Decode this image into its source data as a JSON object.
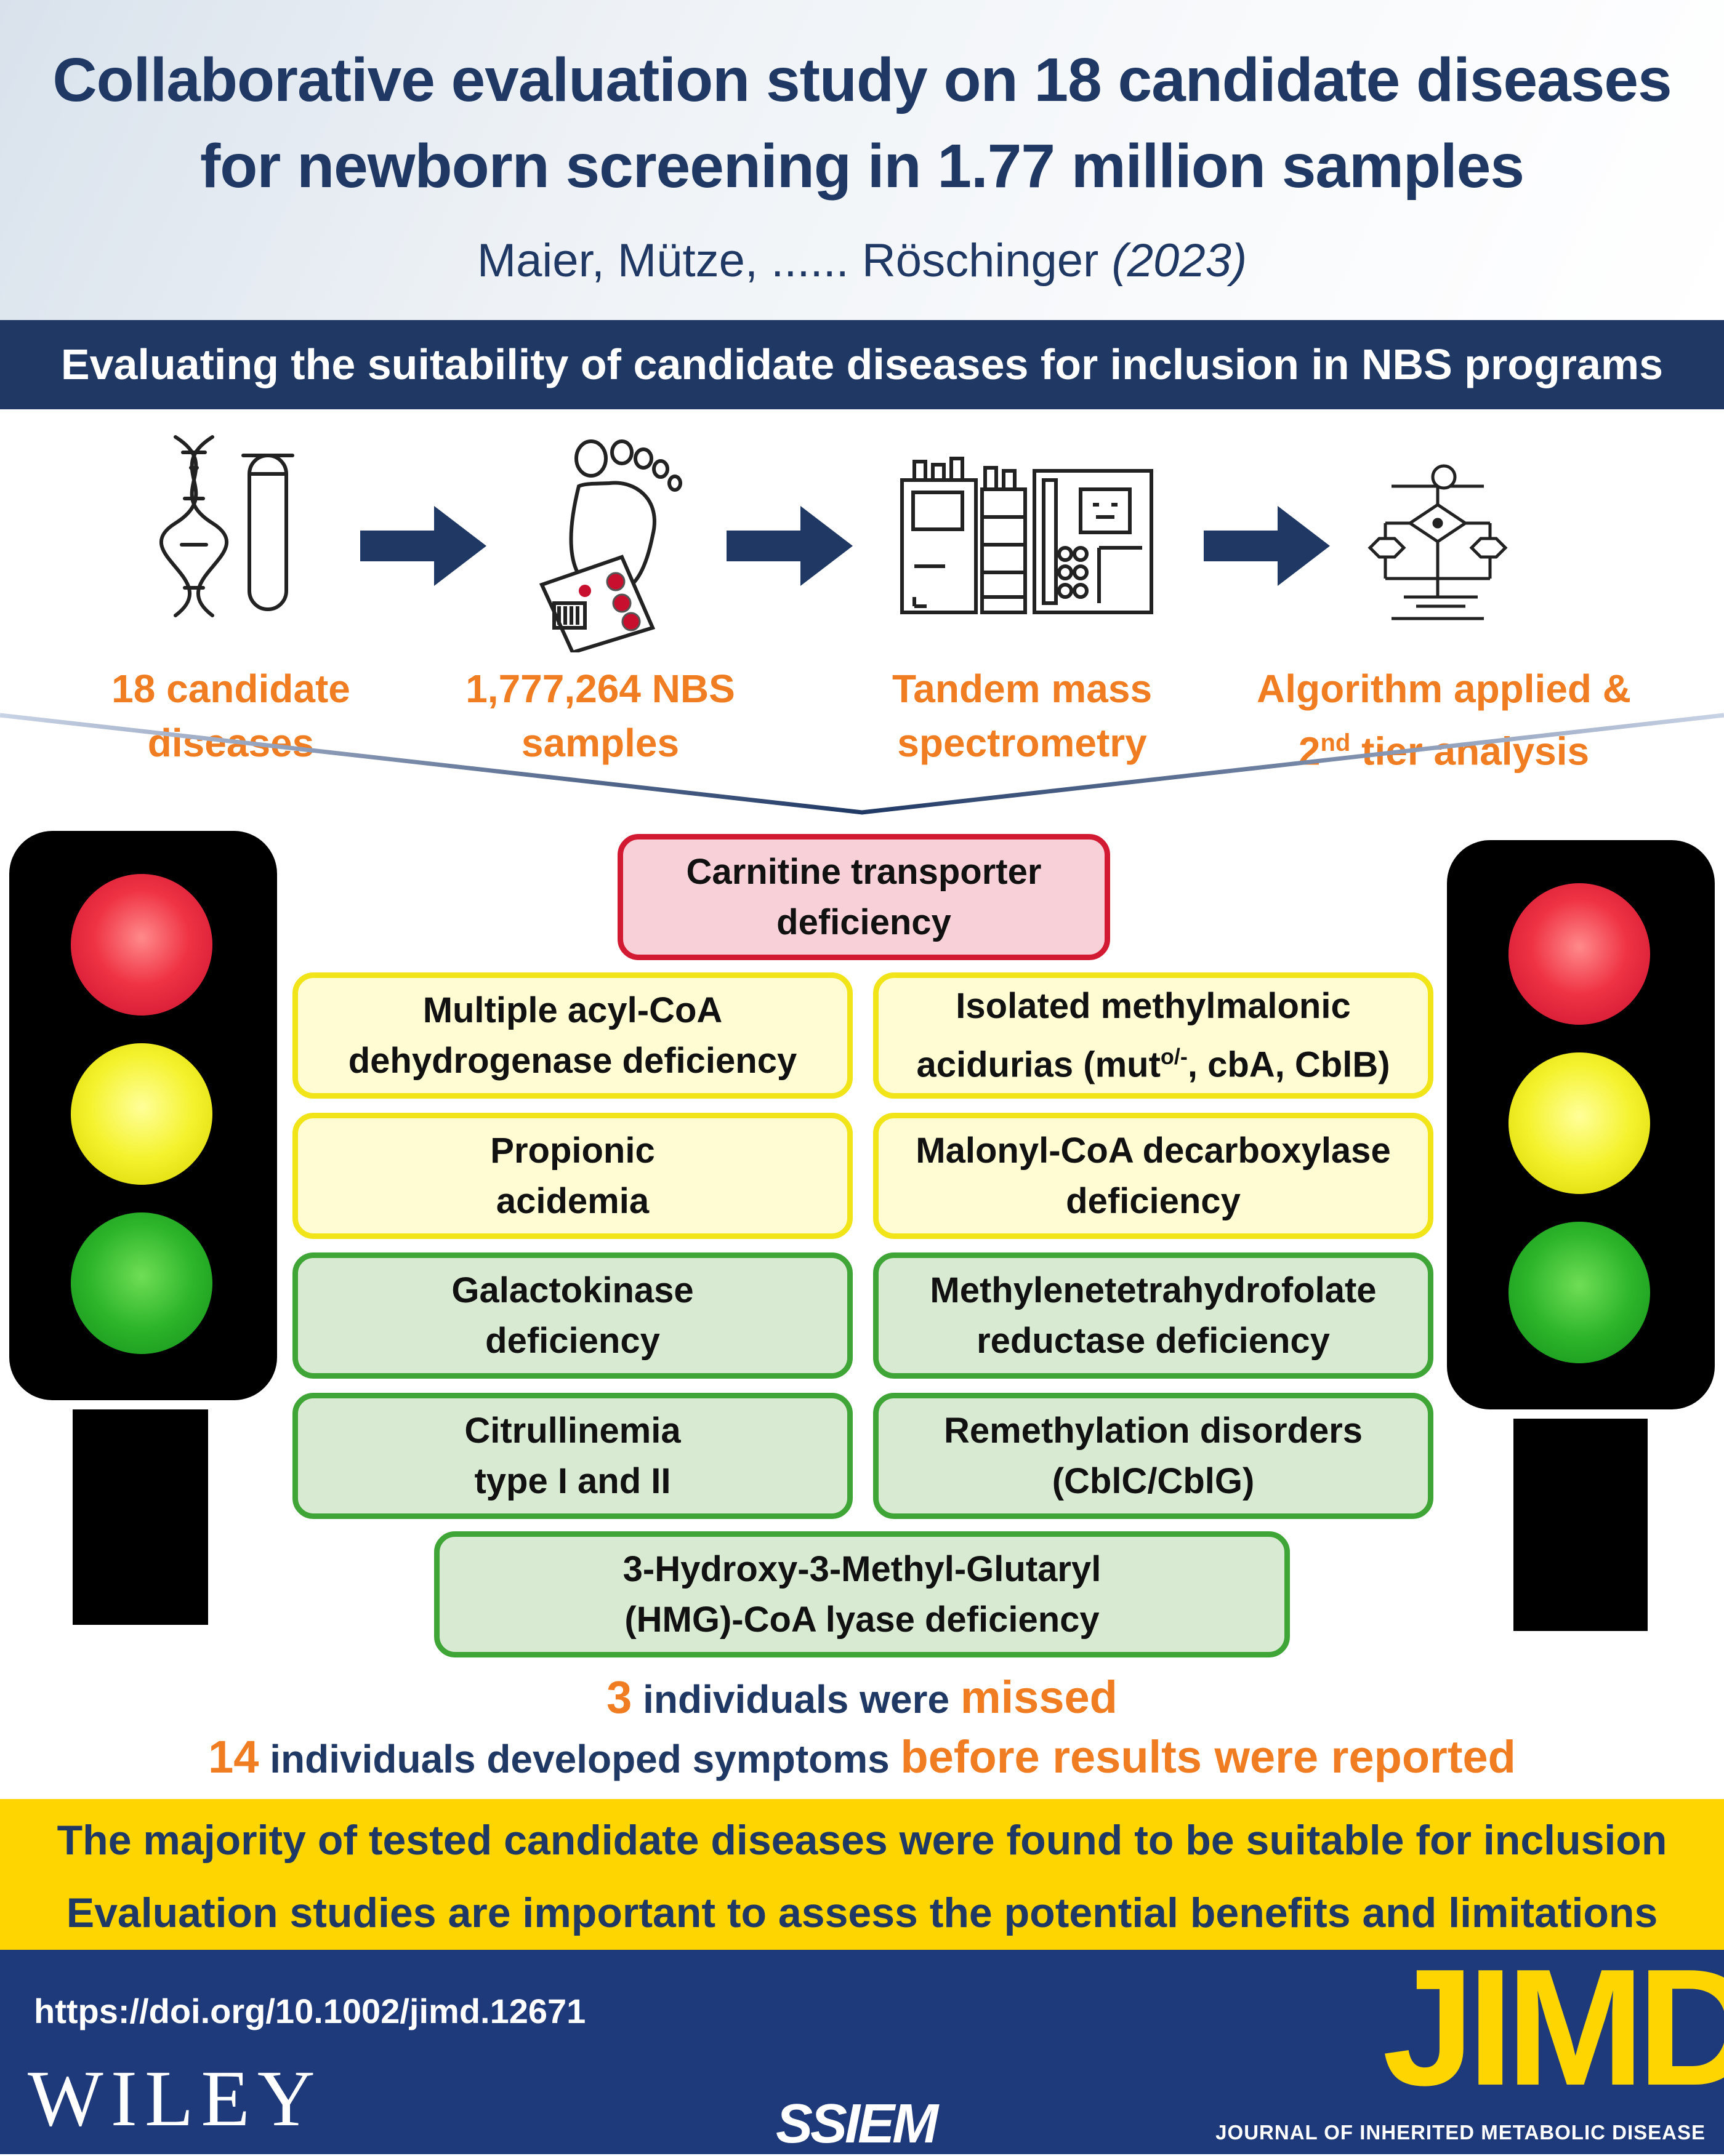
{
  "header": {
    "title_line1": "Collaborative evaluation study on 18 candidate diseases",
    "title_line2": "for newborn screening in 1.77 million samples",
    "authors": "Maier, Mütze, ...... Röschinger",
    "year": "(2023)"
  },
  "banner": "Evaluating the suitability of candidate diseases for inclusion in NBS programs",
  "workflow": {
    "steps": [
      {
        "line1": "18 candidate",
        "line2": "diseases",
        "icon": "dna-and-test-tube-icon"
      },
      {
        "line1": "1,777,264 NBS",
        "line2": "samples",
        "icon": "footprint-dried-blood-spot-card-icon"
      },
      {
        "line1": "Tandem mass",
        "line2": "spectrometry",
        "icon": "mass-spectrometer-instrument-icon"
      },
      {
        "line1": "Algorithm applied &",
        "line2a": "2",
        "line2sup": "nd",
        "line2b": " tier analysis",
        "icon": "algorithm-flowchart-icon"
      }
    ]
  },
  "diseases": {
    "red": [
      {
        "line1": "Carnitine transporter",
        "line2": "deficiency"
      }
    ],
    "yellow": [
      {
        "line1": "Multiple acyl-CoA",
        "line2": "dehydrogenase deficiency"
      },
      {
        "line1": "Isolated methylmalonic",
        "line2a": "acidurias (mut",
        "line2sup": "o/-",
        "line2b": ", cbA, CblB)"
      },
      {
        "line1": "Propionic",
        "line2": "acidemia"
      },
      {
        "line1": "Malonyl-CoA decarboxylase",
        "line2": "deficiency"
      }
    ],
    "green": [
      {
        "line1": "Galactokinase",
        "line2": "deficiency"
      },
      {
        "line1": "Methylenetetrahydrofolate",
        "line2": "reductase deficiency"
      },
      {
        "line1": "Citrullinemia",
        "line2": "type I and II"
      },
      {
        "line1": "Remethylation disorders",
        "line2": "(CblC/CblG)"
      },
      {
        "line1": "3-Hydroxy-3-Methyl-Glutaryl",
        "line2": "(HMG)-CoA lyase deficiency"
      }
    ]
  },
  "stats": {
    "missed_count": "3",
    "missed_mid": " individuals were ",
    "missed_word": "missed",
    "symptoms_count": "14",
    "symptoms_mid": " individuals developed symptoms ",
    "symptoms_tail": "before results were reported"
  },
  "conclusions": [
    "The majority of tested candidate diseases were found to be suitable for inclusion",
    "Evaluation studies are important to assess the potential benefits and limitations"
  ],
  "footer": {
    "doi": "https://doi.org/10.1002/jimd.12671",
    "publisher": "WILEY",
    "society": "SSIEM",
    "journal_logo": "JIMD",
    "journal_name": "JOURNAL OF INHERITED METABOLIC DISEASE"
  },
  "colors": {
    "navy": "#1f3864",
    "orange": "#f07d22",
    "yellow_band": "#ffd500",
    "footer_blue": "#1f3a7a"
  }
}
